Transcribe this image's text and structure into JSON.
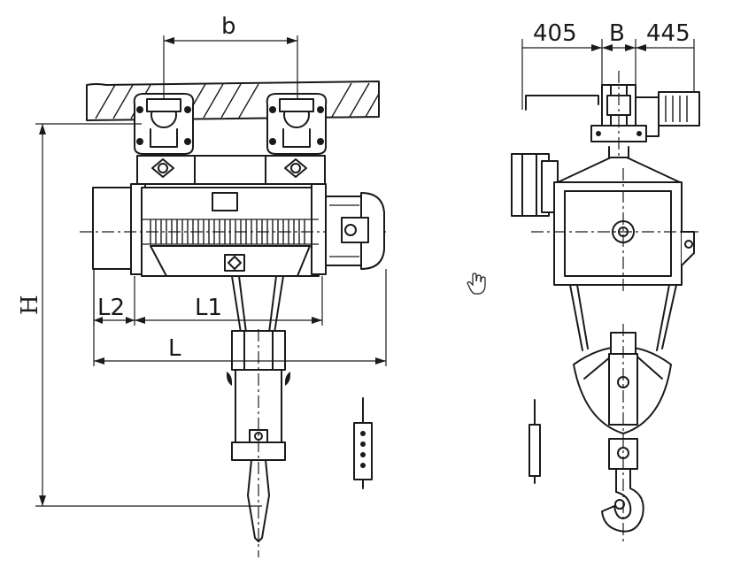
{
  "front_view": {
    "dim_b": "b",
    "dim_H": "H",
    "dim_L": "L",
    "dim_L1": "L1",
    "dim_L2": "L2"
  },
  "side_view": {
    "dim_left": "405",
    "dim_B": "B",
    "dim_right": "445"
  },
  "icons": {
    "cursor": "hand-pointer-icon",
    "front_pendant": "pendant-control-icon",
    "side_pendant": "pendant-control-icon"
  },
  "colors": {
    "ink": "#1a1a1a",
    "background": "#ffffff"
  }
}
